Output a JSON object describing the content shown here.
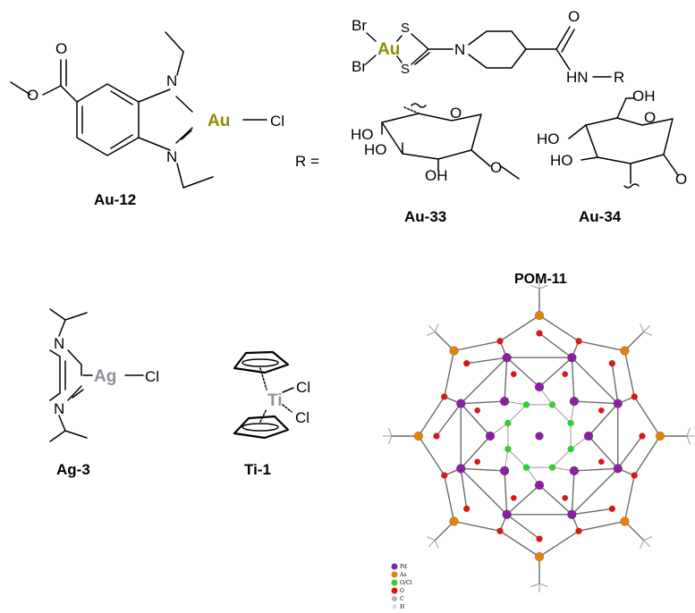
{
  "colors": {
    "gold": "#8e8c00",
    "silver": "#8f8f98",
    "titanium": "#8f8f98",
    "pd": "#8a1fa0",
    "as": "#e0820f",
    "ocl": "#2bd62b",
    "o": "#e21414",
    "c": "#8c8c8c",
    "h": "#c8c8c8"
  },
  "au12": {
    "label": "Au-12",
    "metal": "Au",
    "atoms": {
      "o1": "O",
      "o2": "O",
      "n1": "N",
      "n2": "N",
      "cl": "Cl"
    }
  },
  "au33_34_core": {
    "metal": "Au",
    "br1": "Br",
    "br2": "Br",
    "s1": "S",
    "s2": "S",
    "n": "N",
    "o": "O",
    "hn": "HN",
    "r": "R"
  },
  "r_def": {
    "prefix": "R ="
  },
  "au33": {
    "label": "Au-33",
    "atoms": {
      "ho1": "HO",
      "ho2": "HO",
      "oh": "OH",
      "o_ring": "O",
      "o_me": "O"
    }
  },
  "au34": {
    "label": "Au-34",
    "atoms": {
      "oh": "OH",
      "ho1": "HO",
      "ho2": "HO",
      "o_ring": "O",
      "o_me": "O"
    }
  },
  "ag3": {
    "label": "Ag-3",
    "metal": "Ag",
    "atoms": {
      "n1": "N",
      "n2": "N",
      "cl": "Cl"
    }
  },
  "ti1": {
    "label": "Ti-1",
    "metal": "Ti",
    "atoms": {
      "cl1": "Cl",
      "cl2": "Cl"
    }
  },
  "pom11": {
    "label": "POM-11",
    "legend": [
      "Pd",
      "As",
      "O/Cl",
      "O",
      "C",
      "H"
    ]
  }
}
